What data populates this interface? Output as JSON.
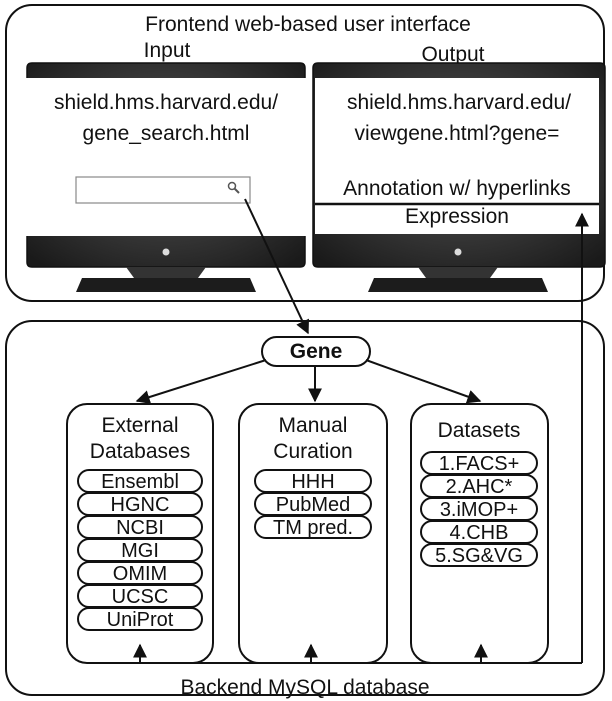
{
  "frontend": {
    "title": "Frontend web-based user interface",
    "input_label": "Input",
    "output_label": "Output",
    "input_monitor": {
      "url_line1": "shield.hms.harvard.edu/",
      "url_line2": "gene_search.html"
    },
    "output_monitor": {
      "url_line1": "shield.hms.harvard.edu/",
      "url_line2": "viewgene.html?gene=",
      "annotation": "Annotation w/ hyperlinks",
      "expression": "Expression"
    },
    "search_icon": "magnifier-icon"
  },
  "backend": {
    "title": "Backend MySQL database",
    "gene": "Gene",
    "external": {
      "title1": "External",
      "title2": "Databases",
      "items": [
        "Ensembl",
        "HGNC",
        "NCBI",
        "MGI",
        "OMIM",
        "UCSC",
        "UniProt"
      ]
    },
    "manual": {
      "title1": "Manual",
      "title2": "Curation",
      "items": [
        "HHH",
        "PubMed",
        "TM pred."
      ]
    },
    "datasets": {
      "title": "Datasets",
      "items": [
        "1.FACS+",
        "2.AHC*",
        "3.iMOP+",
        "4.CHB",
        "5.SG&VG"
      ]
    }
  }
}
